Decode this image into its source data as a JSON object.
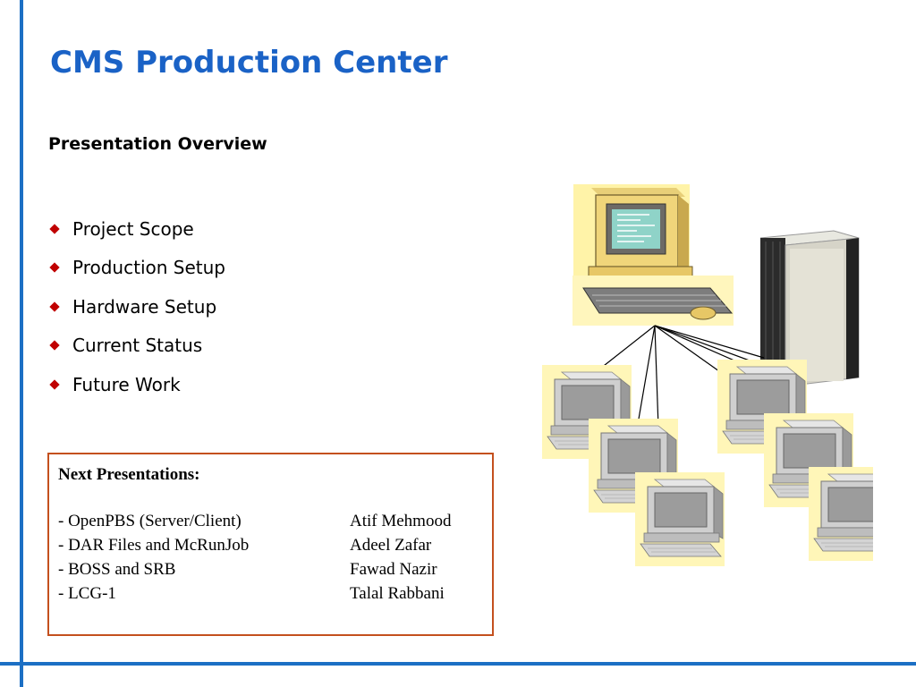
{
  "slide": {
    "title": "CMS Production Center",
    "subtitle": "Presentation Overview",
    "bullets": [
      "Project Scope",
      "Production Setup",
      "Hardware Setup",
      "Current Status",
      "Future Work"
    ],
    "next_presentations": {
      "heading": "Next Presentations:",
      "items": [
        {
          "topic": "- OpenPBS (Server/Client)",
          "presenter": "Atif Mehmood"
        },
        {
          "topic": "- DAR Files and McRunJob",
          "presenter": "Adeel Zafar"
        },
        {
          "topic": "- BOSS and SRB",
          "presenter": "Fawad Nazir"
        },
        {
          "topic": "- LCG-1",
          "presenter": "Talal Rabbani"
        }
      ]
    }
  },
  "colors": {
    "accent_blue": "#1a62c6",
    "bullet_red": "#c00000",
    "box_border": "#c4501e"
  },
  "illustration": {
    "icons": [
      "workstation-icon",
      "server-tower-icon",
      "client-computer-icon"
    ]
  }
}
